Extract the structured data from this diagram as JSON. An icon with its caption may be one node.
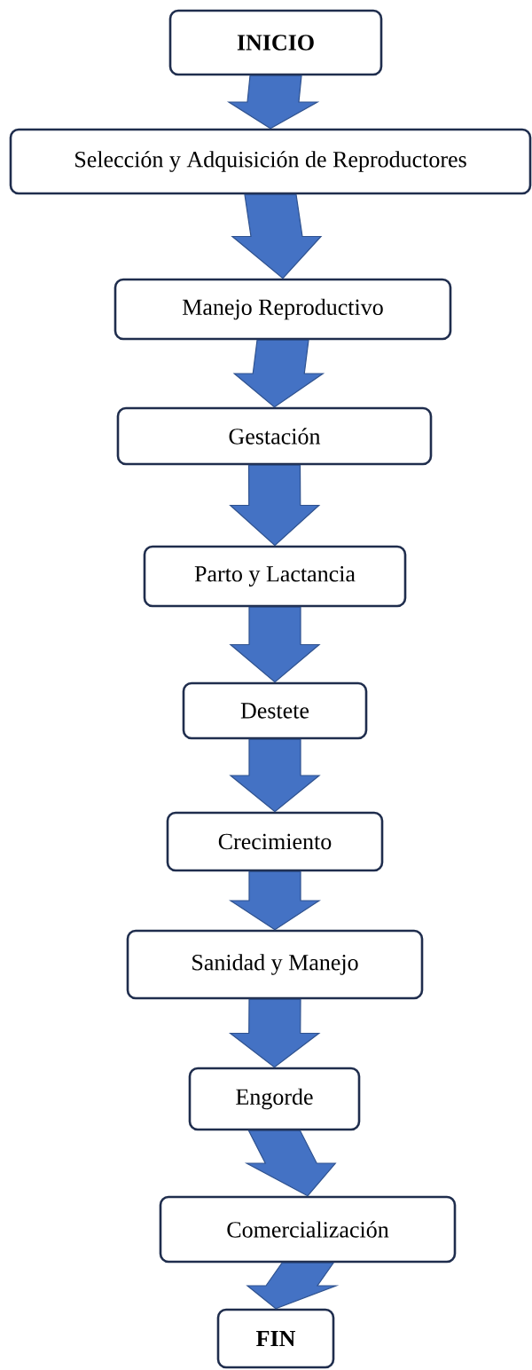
{
  "diagram": {
    "nodes": [
      {
        "text": [
          "INICIO"
        ]
      },
      {
        "text": [
          "Selección y Adquisición de Reproductores"
        ]
      },
      {
        "text": [
          "Manejo Reproductivo"
        ]
      },
      {
        "text": [
          "Gestación"
        ]
      },
      {
        "text": [
          "Parto y Lactancia"
        ]
      },
      {
        "text": [
          "Destete"
        ]
      },
      {
        "text": [
          "Crecimiento"
        ]
      },
      {
        "text": [
          "Sanidad y Manejo"
        ]
      },
      {
        "text": [
          "Engorde"
        ]
      },
      {
        "text": [
          "Comercialización"
        ]
      },
      {
        "text": [
          "FIN"
        ]
      }
    ],
    "edges": [
      {
        "from": 0,
        "to": 1,
        "arrow": "to"
      },
      {
        "from": 1,
        "to": 2,
        "arrow": "to"
      },
      {
        "from": 2,
        "to": 3,
        "arrow": "to"
      },
      {
        "from": 3,
        "to": 4,
        "arrow": "to"
      },
      {
        "from": 4,
        "to": 5,
        "arrow": "to"
      },
      {
        "from": 5,
        "to": 6,
        "arrow": "to"
      },
      {
        "from": 6,
        "to": 7,
        "arrow": "to"
      },
      {
        "from": 7,
        "to": 8,
        "arrow": "to"
      },
      {
        "from": 8,
        "to": 9,
        "arrow": "to"
      },
      {
        "from": 9,
        "to": 10,
        "arrow": "to"
      }
    ]
  }
}
